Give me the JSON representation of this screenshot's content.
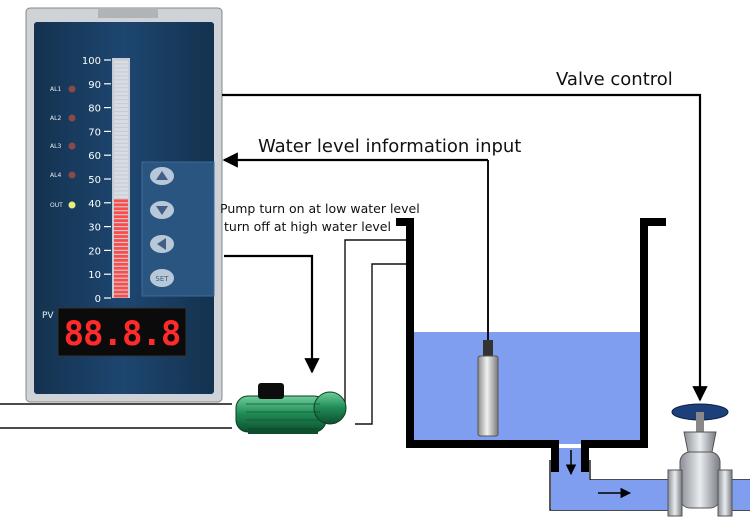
{
  "labels": {
    "valve_control": "Valve control",
    "water_level_input": "Water level information input",
    "pump_line1": "Pump turn on at low water level",
    "pump_line2": "turn off at high water level"
  },
  "instrument": {
    "scale": [
      "100",
      "90",
      "80",
      "70",
      "60",
      "50",
      "40",
      "30",
      "20",
      "10",
      "0"
    ],
    "alarms": [
      "AL1",
      "AL2",
      "AL3",
      "AL4",
      "OUT"
    ],
    "pv_label": "PV",
    "display_value": "88.8.8",
    "set_label": "SET",
    "bar_level_percent": 42,
    "colors": {
      "panel": "#1b3f64",
      "bar_on": "#ff4a4a",
      "bar_off": "#d8dde3",
      "led_out": "#e8f07a",
      "led_alarm": "#8a4a4a",
      "digit": "#ff2a2a"
    },
    "buttons": [
      "up-arrow-icon",
      "down-arrow-icon",
      "left-arrow-icon",
      "set-button"
    ]
  },
  "colors": {
    "water": "#7f9ef0",
    "tank_wall": "#000000"
  }
}
